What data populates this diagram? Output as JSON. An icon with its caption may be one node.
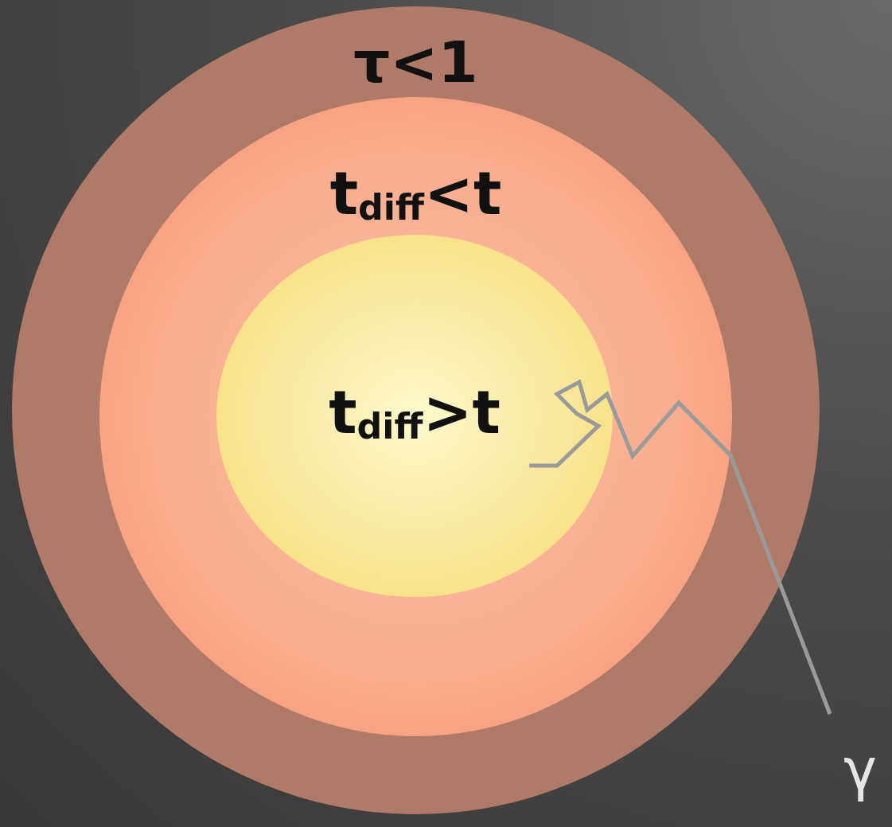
{
  "diagram": {
    "nodes": [
      {
        "text": [
          "τ<1"
        ]
      },
      {
        "text": [
          "t$_{diff}$<t"
        ],
        "in": 0
      },
      {
        "text": [
          "t$_{diff}$>t"
        ],
        "in": 1
      }
    ],
    "labels": [
      "γ"
    ]
  }
}
